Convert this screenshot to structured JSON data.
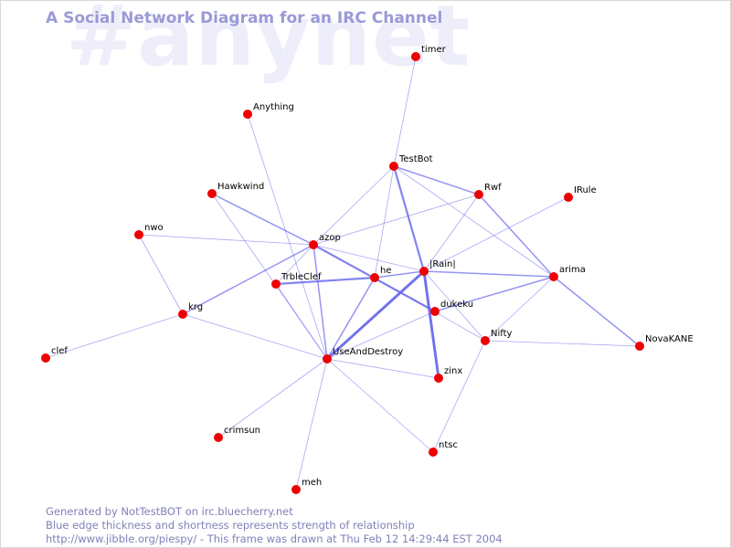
{
  "watermark": "#anynet",
  "title": "A Social Network Diagram for an IRC Channel",
  "footer": {
    "line1": "Generated by NotTestBOT on irc.bluecherry.net",
    "line2": "Blue edge thickness and shortness represents strength of relationship",
    "line3": "http://www.jibble.org/piespy/ - This frame was drawn at Thu Feb 12 14:29:44 EST 2004"
  },
  "colors": {
    "node": "#ee0000",
    "edge": "#6666ee",
    "title": "#9a9ad6",
    "watermark": "#eeeefb",
    "footer": "#7f80b8"
  },
  "nodes": [
    {
      "id": "timer",
      "label": "timer"
    },
    {
      "id": "Anything",
      "label": "Anything"
    },
    {
      "id": "TestBot",
      "label": "TestBot"
    },
    {
      "id": "Hawkwind",
      "label": "Hawkwind"
    },
    {
      "id": "Rwf",
      "label": "Rwf"
    },
    {
      "id": "IRule",
      "label": "IRule"
    },
    {
      "id": "nwo",
      "label": "nwo"
    },
    {
      "id": "azop",
      "label": "azop"
    },
    {
      "id": "Rain",
      "label": "|Rain|"
    },
    {
      "id": "arima",
      "label": "arima"
    },
    {
      "id": "he",
      "label": "he"
    },
    {
      "id": "TrbleClef",
      "label": "TrbleClef"
    },
    {
      "id": "dukeku",
      "label": "dukeku"
    },
    {
      "id": "krg",
      "label": "krg"
    },
    {
      "id": "Nifty",
      "label": "Nifty"
    },
    {
      "id": "NovaKANE",
      "label": "NovaKANE"
    },
    {
      "id": "clef",
      "label": "clef"
    },
    {
      "id": "UseAndDestroy",
      "label": "UseAndDestroy"
    },
    {
      "id": "zinx",
      "label": "zinx"
    },
    {
      "id": "crimsun",
      "label": "crimsun"
    },
    {
      "id": "ntsc",
      "label": "ntsc"
    },
    {
      "id": "meh",
      "label": "meh"
    }
  ],
  "edges": [
    {
      "source": "timer",
      "target": "TestBot",
      "strength": 1
    },
    {
      "source": "Anything",
      "target": "UseAndDestroy",
      "strength": 1
    },
    {
      "source": "TestBot",
      "target": "Rwf",
      "strength": 2
    },
    {
      "source": "TestBot",
      "target": "Rain",
      "strength": 3
    },
    {
      "source": "TestBot",
      "target": "azop",
      "strength": 1
    },
    {
      "source": "TestBot",
      "target": "he",
      "strength": 1
    },
    {
      "source": "TestBot",
      "target": "arima",
      "strength": 1
    },
    {
      "source": "Hawkwind",
      "target": "azop",
      "strength": 2
    },
    {
      "source": "Hawkwind",
      "target": "UseAndDestroy",
      "strength": 1
    },
    {
      "source": "Rwf",
      "target": "azop",
      "strength": 1
    },
    {
      "source": "Rwf",
      "target": "Rain",
      "strength": 1
    },
    {
      "source": "Rwf",
      "target": "arima",
      "strength": 2
    },
    {
      "source": "IRule",
      "target": "Rain",
      "strength": 1
    },
    {
      "source": "nwo",
      "target": "azop",
      "strength": 1
    },
    {
      "source": "nwo",
      "target": "krg",
      "strength": 1
    },
    {
      "source": "azop",
      "target": "Rain",
      "strength": 1
    },
    {
      "source": "azop",
      "target": "TrbleClef",
      "strength": 1
    },
    {
      "source": "azop",
      "target": "dukeku",
      "strength": 3
    },
    {
      "source": "azop",
      "target": "UseAndDestroy",
      "strength": 2
    },
    {
      "source": "azop",
      "target": "krg",
      "strength": 2
    },
    {
      "source": "Rain",
      "target": "he",
      "strength": 2
    },
    {
      "source": "Rain",
      "target": "arima",
      "strength": 2
    },
    {
      "source": "Rain",
      "target": "UseAndDestroy",
      "strength": 4
    },
    {
      "source": "Rain",
      "target": "zinx",
      "strength": 4
    },
    {
      "source": "Rain",
      "target": "Nifty",
      "strength": 1
    },
    {
      "source": "he",
      "target": "TrbleClef",
      "strength": 3
    },
    {
      "source": "he",
      "target": "UseAndDestroy",
      "strength": 2
    },
    {
      "source": "he",
      "target": "Nifty",
      "strength": 1
    },
    {
      "source": "arima",
      "target": "dukeku",
      "strength": 2
    },
    {
      "source": "arima",
      "target": "NovaKANE",
      "strength": 2
    },
    {
      "source": "arima",
      "target": "Nifty",
      "strength": 1
    },
    {
      "source": "dukeku",
      "target": "UseAndDestroy",
      "strength": 1
    },
    {
      "source": "krg",
      "target": "clef",
      "strength": 1
    },
    {
      "source": "krg",
      "target": "UseAndDestroy",
      "strength": 1
    },
    {
      "source": "Nifty",
      "target": "NovaKANE",
      "strength": 1
    },
    {
      "source": "Nifty",
      "target": "ntsc",
      "strength": 1
    },
    {
      "source": "UseAndDestroy",
      "target": "zinx",
      "strength": 1
    },
    {
      "source": "UseAndDestroy",
      "target": "crimsun",
      "strength": 1
    },
    {
      "source": "UseAndDestroy",
      "target": "ntsc",
      "strength": 1
    },
    {
      "source": "UseAndDestroy",
      "target": "meh",
      "strength": 1
    },
    {
      "source": "TrbleClef",
      "target": "UseAndDestroy",
      "strength": 1
    }
  ]
}
